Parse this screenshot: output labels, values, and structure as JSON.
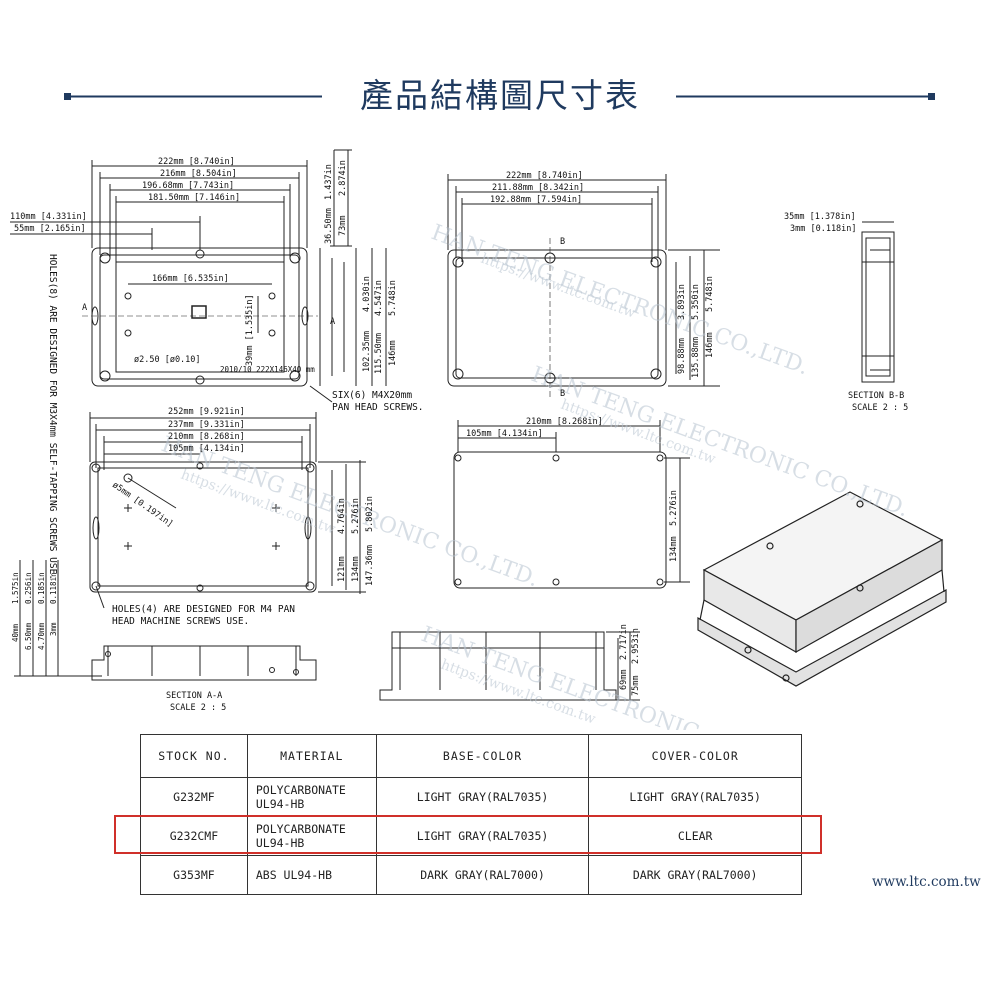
{
  "header": {
    "title": "產品結構圖尺寸表"
  },
  "watermark": {
    "name": "HAN TENG ELECTRONIC CO.,LTD.",
    "url": "https://www.ltc.com.tw"
  },
  "drawing": {
    "top_view": {
      "dims_horizontal": [
        "222mm [8.740in]",
        "216mm [8.504in]",
        "196.68mm [7.743in]",
        "181.50mm [7.146in]"
      ],
      "offset_110": "110mm [4.331in]",
      "offset_55": "55mm [2.165in]",
      "inner_166": "166mm [6.535in]",
      "dim_39": "39mm [1.535in]",
      "hole": "ø2.50 [ø0.10]",
      "label_small": "2010/10 222X146X40 mm",
      "right_dims": [
        "1.437in",
        "2.874in",
        "36.50mm",
        "73mm"
      ],
      "side_dims": [
        "4.030in",
        "4.547in",
        "5.748in",
        "102.35mm",
        "115.50mm",
        "146mm"
      ],
      "holes_note": "HOLES(8) ARE DESIGNED FOR M3X4mm SELF-TAPPING SCREWS USE.",
      "screws_note": "SIX(6) M4X20mm PAN HEAD SCREWS.",
      "section_marks": [
        "A",
        "A"
      ]
    },
    "base_view": {
      "dims_horizontal": [
        "222mm [8.740in]",
        "211.88mm [8.342in]",
        "192.88mm [7.594in]"
      ],
      "side_dims": [
        "98.88mm",
        "3.893in",
        "135.88mm",
        "5.350in",
        "146mm",
        "5.748in"
      ],
      "section_marks": [
        "B",
        "B"
      ]
    },
    "section_bb": {
      "dims": [
        "35mm [1.378in]",
        "3mm [0.118in]"
      ],
      "label": "SECTION B-B",
      "scale": "SCALE 2 : 5"
    },
    "bottom_view": {
      "dims_horizontal": [
        "252mm [9.921in]",
        "237mm [9.331in]",
        "210mm [8.268in]",
        "105mm [4.134in]"
      ],
      "hole": "ø5mm [0.197in]",
      "side_dims": [
        "121mm",
        "4.764in",
        "134mm",
        "5.276in",
        "147.36mm",
        "5.802in"
      ],
      "holes_note": "HOLES(4) ARE DESIGNED FOR M4 PAN HEAD MACHINE SCREWS USE.",
      "left_dims": [
        "1.575in",
        "0.256in",
        "0.185in",
        "0.118in",
        "40mm",
        "6.50mm",
        "4.70mm",
        "3mm"
      ]
    },
    "section_aa": {
      "label": "SECTION A-A",
      "scale": "SCALE 2 : 5"
    },
    "mount_view": {
      "dims": [
        "210mm [8.268in]",
        "105mm [4.134in]",
        "134mm",
        "5.276in"
      ]
    },
    "side_view": {
      "dims": [
        "69mm",
        "2.717in",
        "75mm",
        "2.953in"
      ]
    }
  },
  "table": {
    "headers": [
      "STOCK NO.",
      "MATERIAL",
      "BASE-COLOR",
      "COVER-COLOR"
    ],
    "rows": [
      {
        "stock": "G232MF",
        "material_1": "POLYCARBONATE",
        "material_2": "UL94-HB",
        "base": "LIGHT GRAY(RAL7035)",
        "cover": "LIGHT GRAY(RAL7035)"
      },
      {
        "stock": "G232CMF",
        "material_1": "POLYCARBONATE",
        "material_2": "UL94-HB",
        "base": "LIGHT GRAY(RAL7035)",
        "cover": "CLEAR"
      },
      {
        "stock": "G353MF",
        "material_1": "ABS UL94-HB",
        "material_2": "",
        "base": "DARK GRAY(RAL7000)",
        "cover": "DARK GRAY(RAL7000)"
      }
    ],
    "highlighted_row": 1,
    "highlight_color": "#d0302a"
  },
  "footer": {
    "site": "www.ltc.com.tw"
  },
  "colors": {
    "title": "#1f3a5f",
    "line": "#1f3a5f"
  }
}
